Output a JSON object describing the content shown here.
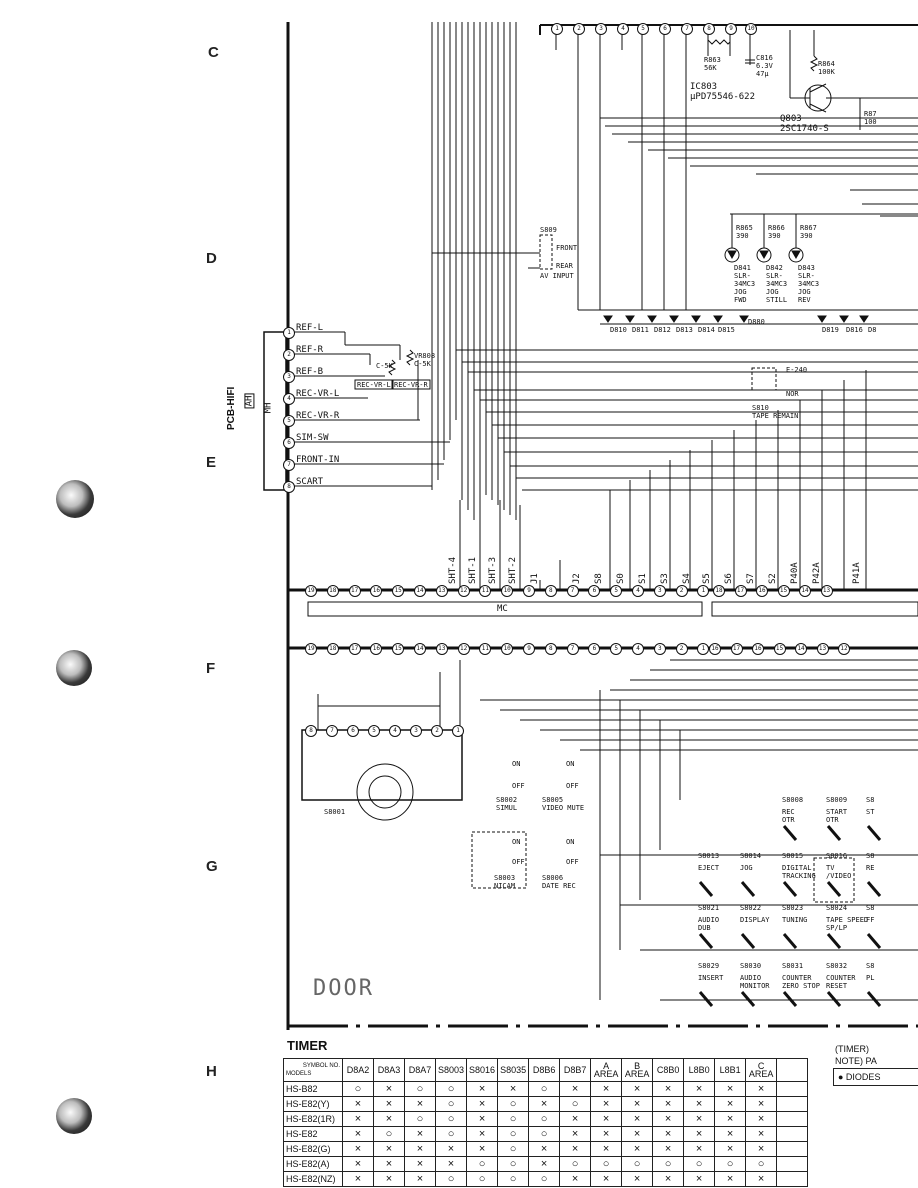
{
  "row_markers": [
    "C",
    "D",
    "E",
    "F",
    "G",
    "H"
  ],
  "ic": {
    "ref": "IC803",
    "part": "μPD75546-622"
  },
  "transistor": {
    "ref": "Q803",
    "part": "2SC1740-S"
  },
  "components": {
    "r863": "R863\n56K",
    "c816": "C816\n6.3V\n47μ",
    "r864": "R864\n100K",
    "r87": "R87\n100",
    "r865": "R865\n390",
    "r866": "R866\n390",
    "r867": "R867\n390",
    "d841": "D841\nSLR-\n34MC3\nJOG\nFWD",
    "d842": "D842\nSLR-\n34MC3\nJOG\nSTILL",
    "d843": "D843\nSLR-\n34MC3\nJOG\nREV",
    "vr808": "VR808\nC-5K",
    "c5k": "C-5K",
    "e240": "E-240",
    "nor": "NOR",
    "s809": "S809",
    "s809_front": "FRONT",
    "s809_rear": "REAR",
    "s809_desc": "AV INPUT",
    "s810": "S810\nTAPE REMAIN",
    "d880": "D880"
  },
  "diodes_row": [
    "D810",
    "D811",
    "D812",
    "D813",
    "D814",
    "D815",
    "D819",
    "D816",
    "D8"
  ],
  "top_pins": [
    "1",
    "2",
    "3",
    "4",
    "5",
    "6",
    "7",
    "8",
    "9",
    "10"
  ],
  "connector_left": {
    "board": "PCB-HIFI",
    "plug": "AH",
    "socket": "MH",
    "signals": [
      "REF-L",
      "REF-R",
      "REF-B",
      "REC-VR-L",
      "REC-VR-R",
      "SIM-SW",
      "FRONT-IN",
      "SCART"
    ],
    "pins": [
      "1",
      "2",
      "3",
      "4",
      "5",
      "6",
      "7",
      "8"
    ],
    "box_labels": [
      "REC-VR-L",
      "REC-VR-R"
    ]
  },
  "vertical_signals": [
    "SHT-4",
    "SHT-1",
    "SHT-3",
    "SHT-2",
    "J1",
    "J2",
    "S8",
    "S0",
    "S1",
    "S3",
    "S4",
    "S5",
    "S6",
    "S7",
    "S2",
    "P40A",
    "P42A",
    "P41A"
  ],
  "bus_pins": [
    "19",
    "18",
    "17",
    "16",
    "15",
    "14",
    "13",
    "12",
    "11",
    "10",
    "9",
    "8",
    "7",
    "6",
    "5",
    "4",
    "3",
    "2",
    "1",
    "18",
    "17",
    "16",
    "15",
    "14",
    "13"
  ],
  "bus_label": "MC",
  "lower_bus_pins": [
    "19",
    "18",
    "17",
    "16",
    "15",
    "14",
    "13",
    "12",
    "11",
    "10",
    "9",
    "8",
    "7",
    "6",
    "5",
    "4",
    "3",
    "2",
    "1",
    "16",
    "17",
    "16",
    "15",
    "14",
    "13",
    "12"
  ],
  "jog_pins": [
    "8",
    "7",
    "6",
    "5",
    "4",
    "3",
    "2",
    "1"
  ],
  "switches": {
    "s8001": "S8001",
    "s8002": "S8002\nSIMUL",
    "s8005": "S8005\nVIDEO MUTE",
    "s8003": "S8003\nNICAM",
    "s8006": "S8006\nDATE REC",
    "on": "ON",
    "off": "OFF"
  },
  "keys": [
    {
      "ref": "S8008",
      "label": "REC\nOTR"
    },
    {
      "ref": "S8009",
      "label": "START\nOTR"
    },
    {
      "ref": "S8",
      "label": "ST"
    },
    {
      "ref": "S8013",
      "label": "EJECT"
    },
    {
      "ref": "S8014",
      "label": "JOG"
    },
    {
      "ref": "S8015",
      "label": "DIGITAL\nTRACKING"
    },
    {
      "ref": "S8016",
      "label": "TV\n/VIDEO"
    },
    {
      "ref": "S8",
      "label": "RE"
    },
    {
      "ref": "S8021",
      "label": "AUDIO\nDUB"
    },
    {
      "ref": "S8022",
      "label": "DISPLAY"
    },
    {
      "ref": "S8023",
      "label": "TUNING"
    },
    {
      "ref": "S8024",
      "label": "TAPE SPEED\nSP/LP"
    },
    {
      "ref": "S8",
      "label": "FF"
    },
    {
      "ref": "S8029",
      "label": "INSERT"
    },
    {
      "ref": "S8030",
      "label": "AUDIO\nMONITOR"
    },
    {
      "ref": "S8031",
      "label": "COUNTER\nZERO STOP"
    },
    {
      "ref": "S8032",
      "label": "COUNTER\nRESET"
    },
    {
      "ref": "S8",
      "label": "PL"
    }
  ],
  "door_label": "DOOR",
  "timer": {
    "title": "TIMER",
    "header_top": "SYMBOL NO.",
    "header_bottom": "MODELS",
    "columns": [
      "D8A2",
      "D8A3",
      "D8A7",
      "S8003",
      "S8016",
      "S8035",
      "D8B6",
      "D8B7",
      "A\nAREA",
      "B\nAREA",
      "C8B0",
      "L8B0",
      "L8B1",
      "C\nAREA",
      ""
    ],
    "rows": [
      {
        "model": "HS-B82",
        "marks": [
          "○",
          "×",
          "○",
          "○",
          "×",
          "×",
          "○",
          "×",
          "×",
          "×",
          "×",
          "×",
          "×",
          "×",
          ""
        ]
      },
      {
        "model": "HS-E82(Y)",
        "marks": [
          "×",
          "×",
          "×",
          "○",
          "×",
          "○",
          "×",
          "○",
          "×",
          "×",
          "×",
          "×",
          "×",
          "×",
          ""
        ]
      },
      {
        "model": "HS-E82(1R)",
        "marks": [
          "×",
          "×",
          "○",
          "○",
          "×",
          "○",
          "○",
          "×",
          "×",
          "×",
          "×",
          "×",
          "×",
          "×",
          ""
        ]
      },
      {
        "model": "HS-E82",
        "marks": [
          "×",
          "○",
          "×",
          "○",
          "×",
          "○",
          "○",
          "×",
          "×",
          "×",
          "×",
          "×",
          "×",
          "×",
          ""
        ]
      },
      {
        "model": "HS-E82(G)",
        "marks": [
          "×",
          "×",
          "×",
          "×",
          "×",
          "○",
          "×",
          "×",
          "×",
          "×",
          "×",
          "×",
          "×",
          "×",
          ""
        ]
      },
      {
        "model": "HS-E82(A)",
        "marks": [
          "×",
          "×",
          "×",
          "×",
          "○",
          "○",
          "×",
          "○",
          "○",
          "○",
          "○",
          "○",
          "○",
          "○",
          ""
        ]
      },
      {
        "model": "HS-E82(NZ)",
        "marks": [
          "×",
          "×",
          "×",
          "○",
          "○",
          "○",
          "○",
          "×",
          "×",
          "×",
          "×",
          "×",
          "×",
          "×",
          ""
        ]
      }
    ]
  },
  "note_top": "(TIMER)",
  "note_bottom": "NOTE) PA",
  "diodes_box": "● DIODES"
}
